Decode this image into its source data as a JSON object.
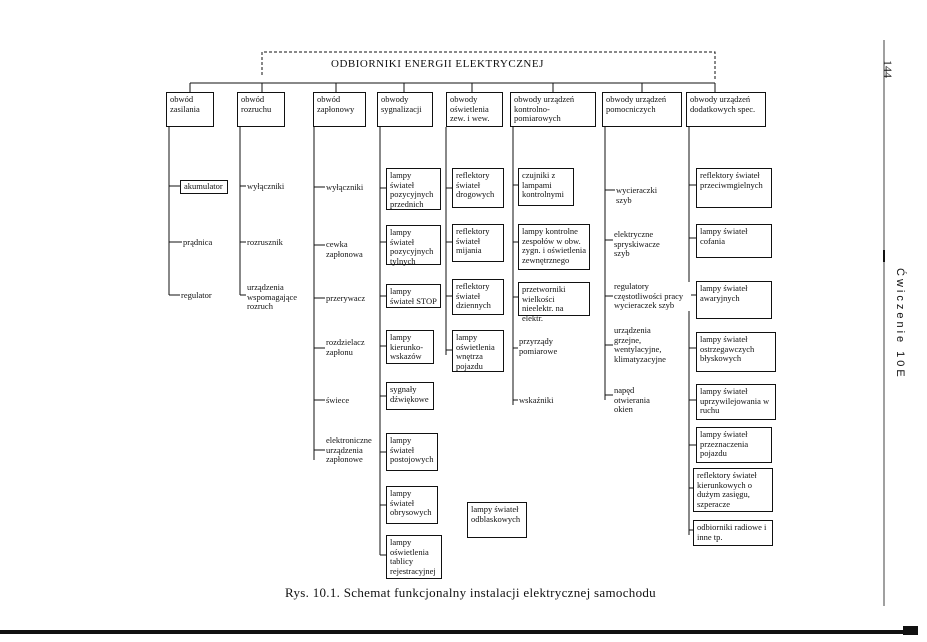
{
  "title": "ODBIORNIKI ENERGII ELEKTRYCZNEJ",
  "caption": "Rys. 10.1. Schemat funkcjonalny instalacji elektrycznej samochodu",
  "page_number": "144",
  "side_text": "Ćwiczenie 10E",
  "groups": [
    {
      "label": "obwód zasilania",
      "items": [
        "akumulator",
        "prądnica",
        "regulator"
      ]
    },
    {
      "label": "obwód rozruchu",
      "items": [
        "wyłączniki",
        "rozrusznik",
        "urządzenia wspomagające rozruch"
      ]
    },
    {
      "label": "obwód zapłonowy",
      "items": [
        "wyłączniki",
        "cewka zapłonowa",
        "przerywacz",
        "rozdzielacz zapłonu",
        "świece",
        "elektroniczne urządzenia zapłonowe"
      ]
    },
    {
      "label": "obwody sygnalizacji",
      "items": [
        "lampy świateł pozycyjnych przednich",
        "lampy świateł pozycyjnych tylnych",
        "lampy świateł STOP",
        "lampy kierunko-wskazów",
        "sygnały dźwiękowe",
        "lampy świateł postojowych",
        "lampy świateł obrysowych",
        "lampy oświetlenia tablicy rejestracyjnej"
      ]
    },
    {
      "label": "obwody oświetlenia zew. i wew.",
      "items": [
        "reflektory świateł drogowych",
        "reflektory świateł mijania",
        "reflektory świateł dziennych",
        "lampy oświetlenia wnętrza pojazdu",
        "lampy świateł odblaskowych"
      ]
    },
    {
      "label": "obwody urządzeń kontrolno-pomiarowych",
      "items": [
        "czujniki z lampami kontrolnymi",
        "lampy kontrolne zespołów w obw. zygn. i oświetlenia zewnętrznego",
        "przetworniki wielkości nieelektr. na elektr.",
        "przyrządy pomiarowe",
        "wskaźniki"
      ]
    },
    {
      "label": "obwody urządzeń pomocniczych",
      "items": [
        "wycieraczki szyb",
        "elektryczne spryskiwacze szyb",
        "regulatory częstotliwości pracy wycieraczek szyb",
        "urządzenia grzejne, wentylacyjne, klimatyzacyjne",
        "napęd otwierania okien"
      ]
    },
    {
      "label": "obwody urządzeń dodatkowych spec.",
      "items": [
        "reflektory świateł przeciwmgielnych",
        "lampy świateł cofania",
        "lampy świateł awaryjnych",
        "lampy świateł ostrzegawczych błyskowych",
        "lampy świateł uprzywilejowania w ruchu",
        "lampy świateł przeznaczenia pojazdu",
        "reflektory świateł kierunkowych o dużym zasięgu, szperacze",
        "odbiorniki radiowe i inne tp."
      ]
    }
  ]
}
